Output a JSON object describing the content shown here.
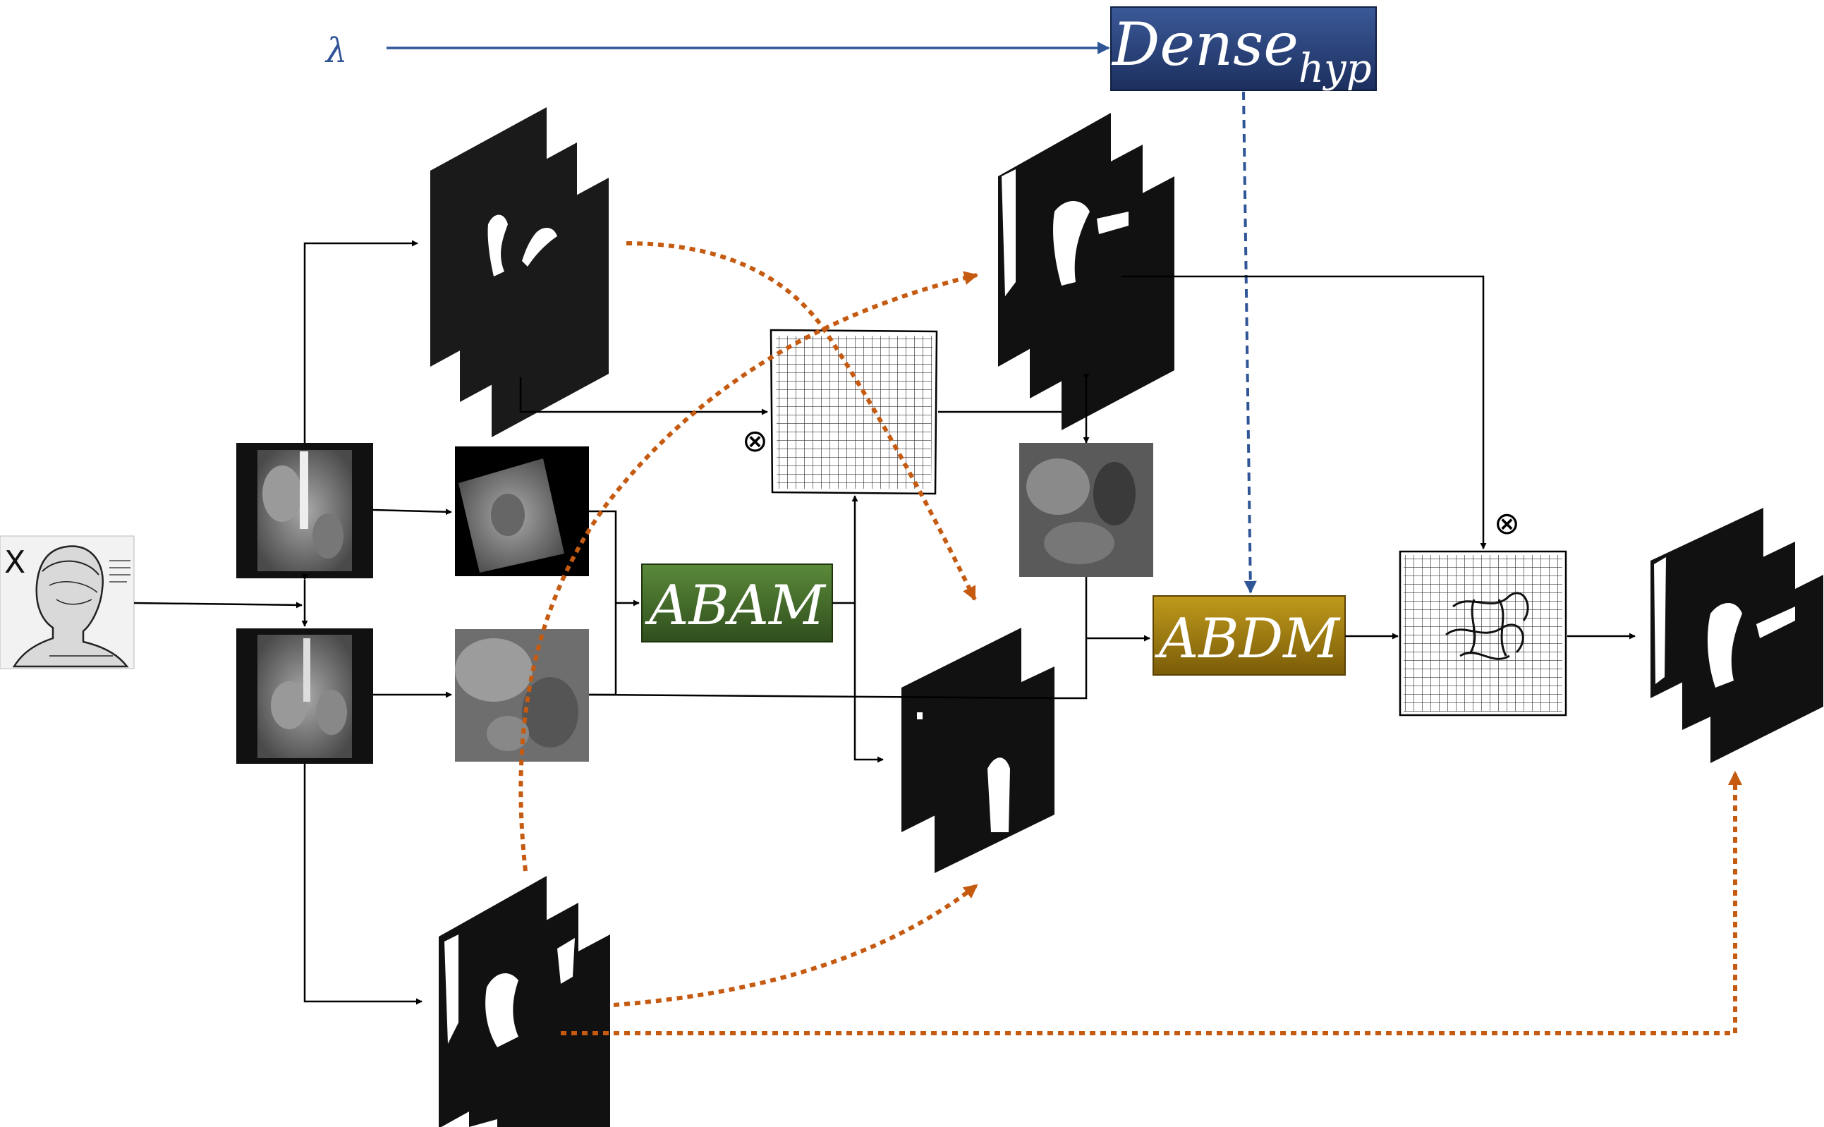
{
  "labels": {
    "lambda": "λ",
    "dense_main": "Dense",
    "dense_sub": "hyp",
    "abam": "ABAM",
    "abdm": "ABDM",
    "x_mark": "X",
    "otimes_1": "⊗",
    "otimes_2": "⊗"
  },
  "colors": {
    "arrow": "#000000",
    "lambda_arrow": "#2f5597",
    "dashed_blue": "#2f5597",
    "dotted_orange": "#c55a11",
    "dense_box": "#1f3864",
    "abam_box": "#3a5a24",
    "abdm_box": "#8f6d0c"
  },
  "icons": [
    "portrait-sketch-icon",
    "grid-deformation-icon",
    "warped-grid-icon",
    "mri-slice-icon",
    "mask-stack-icon"
  ]
}
